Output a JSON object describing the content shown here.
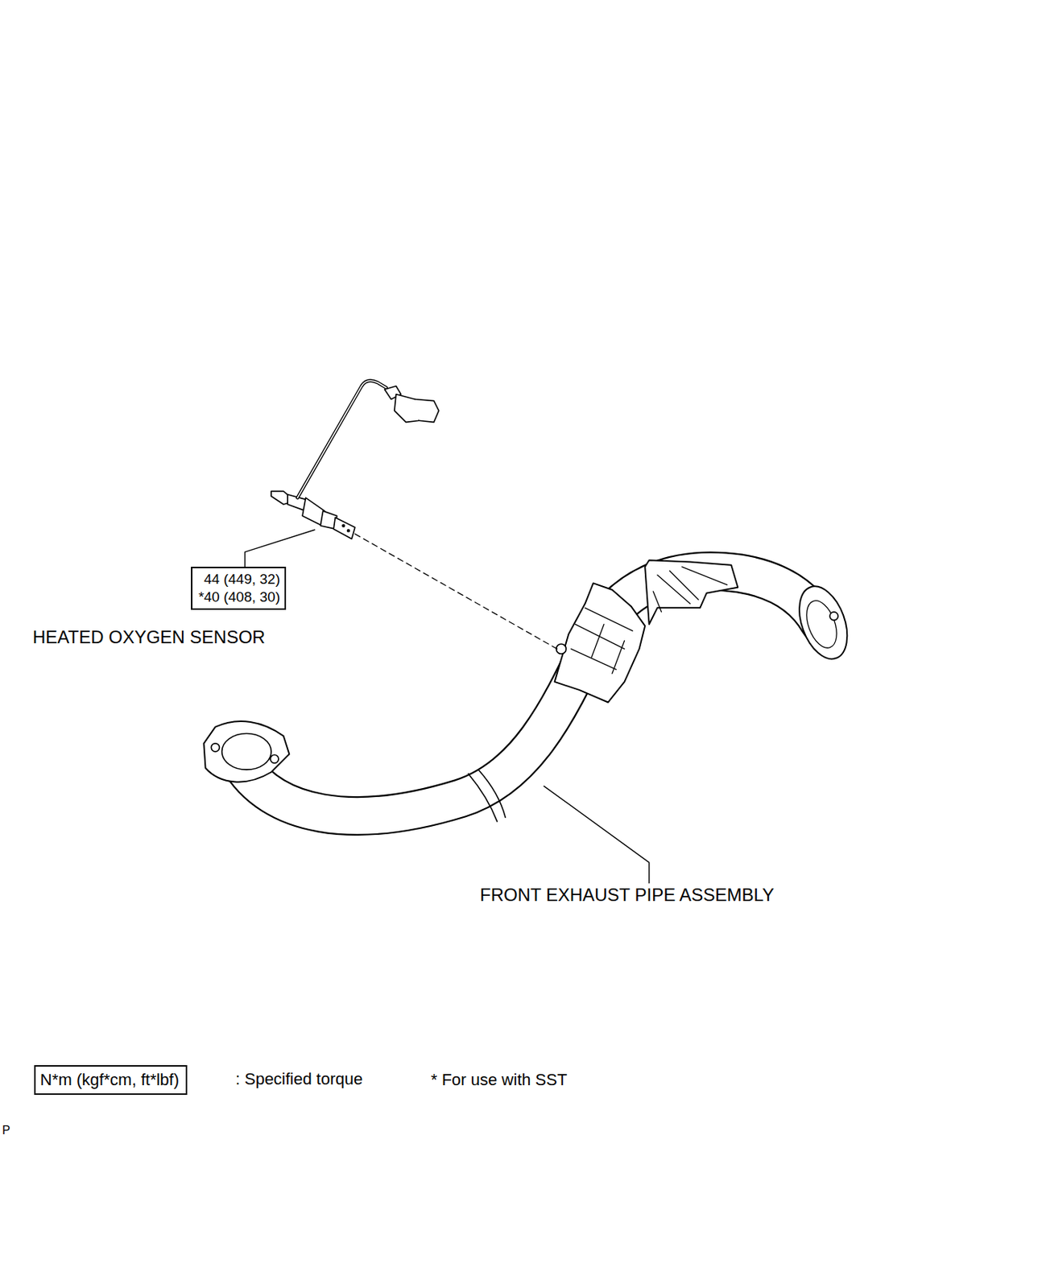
{
  "diagram": {
    "nodes": [
      {
        "text": [
          "44 (449, 32)",
          "*40 (408, 30)"
        ]
      },
      {
        "text": [
          "N*m (kgf*cm, ft*lbf)"
        ]
      }
    ],
    "edges": [],
    "labels": [
      "HEATED OXYGEN SENSOR",
      "FRONT EXHAUST PIPE ASSEMBLY",
      ": Specified torque",
      "* For use with SST",
      "P"
    ]
  }
}
